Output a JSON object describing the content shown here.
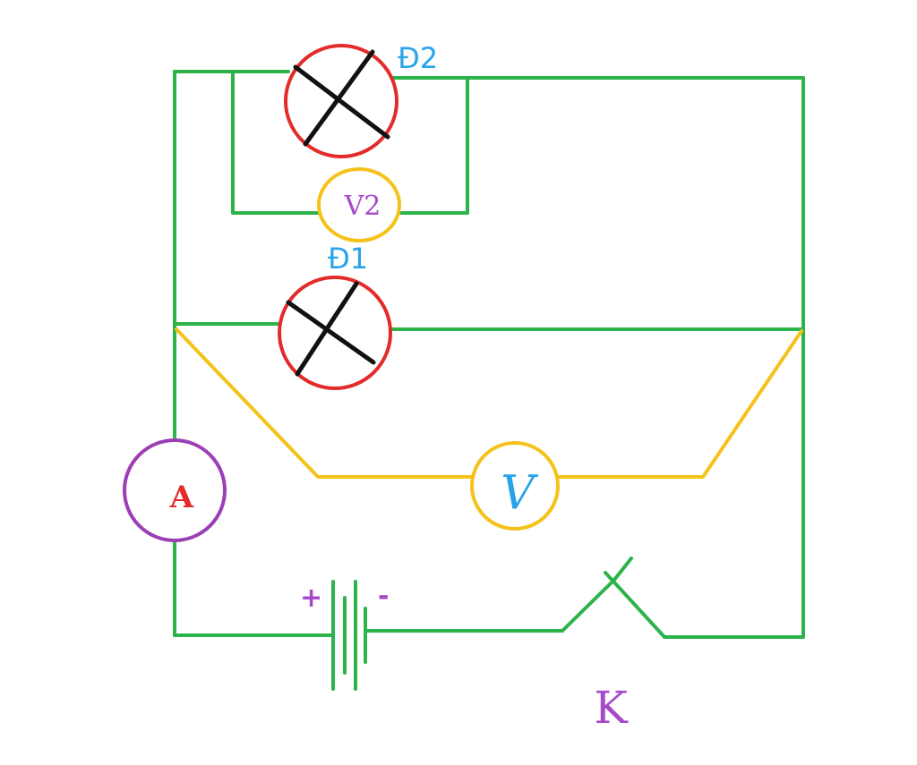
{
  "diagram": {
    "lamp_d2": {
      "label": "Đ2"
    },
    "lamp_d1": {
      "label": "Đ1"
    },
    "voltmeter_v2": {
      "label": "V2"
    },
    "voltmeter_v": {
      "label": "V"
    },
    "ammeter_a": {
      "label": "A"
    },
    "battery": {
      "plus": "+",
      "minus": "-"
    },
    "switch_k": {
      "label": "K"
    },
    "colors": {
      "wire": "#2cb44a",
      "voltmeter_wire": "#f5c21b",
      "lamp_ring": "#e32b2b",
      "lamp_cross": "#111111",
      "ammeter_ring": "#9b3fb5",
      "label_blue": "#29a3e8",
      "label_purple": "#a64ac9",
      "label_red": "#e32b2b"
    }
  }
}
